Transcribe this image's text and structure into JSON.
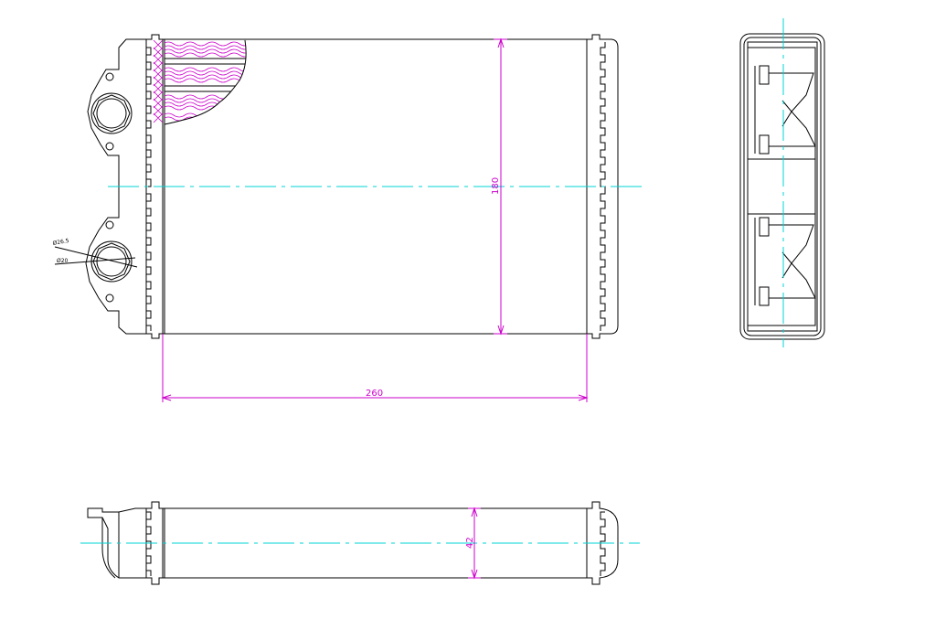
{
  "dimensions": {
    "height_label": "180",
    "width_label": "260",
    "depth_label": "42",
    "pipe_outer_label": "Ø26.5",
    "pipe_inner_label": "Ø20"
  },
  "colors": {
    "outline": "#000000",
    "centerline": "#00d4d4",
    "dimension": "#cc00cc"
  },
  "views": [
    "front-view",
    "side-view",
    "top-view"
  ]
}
